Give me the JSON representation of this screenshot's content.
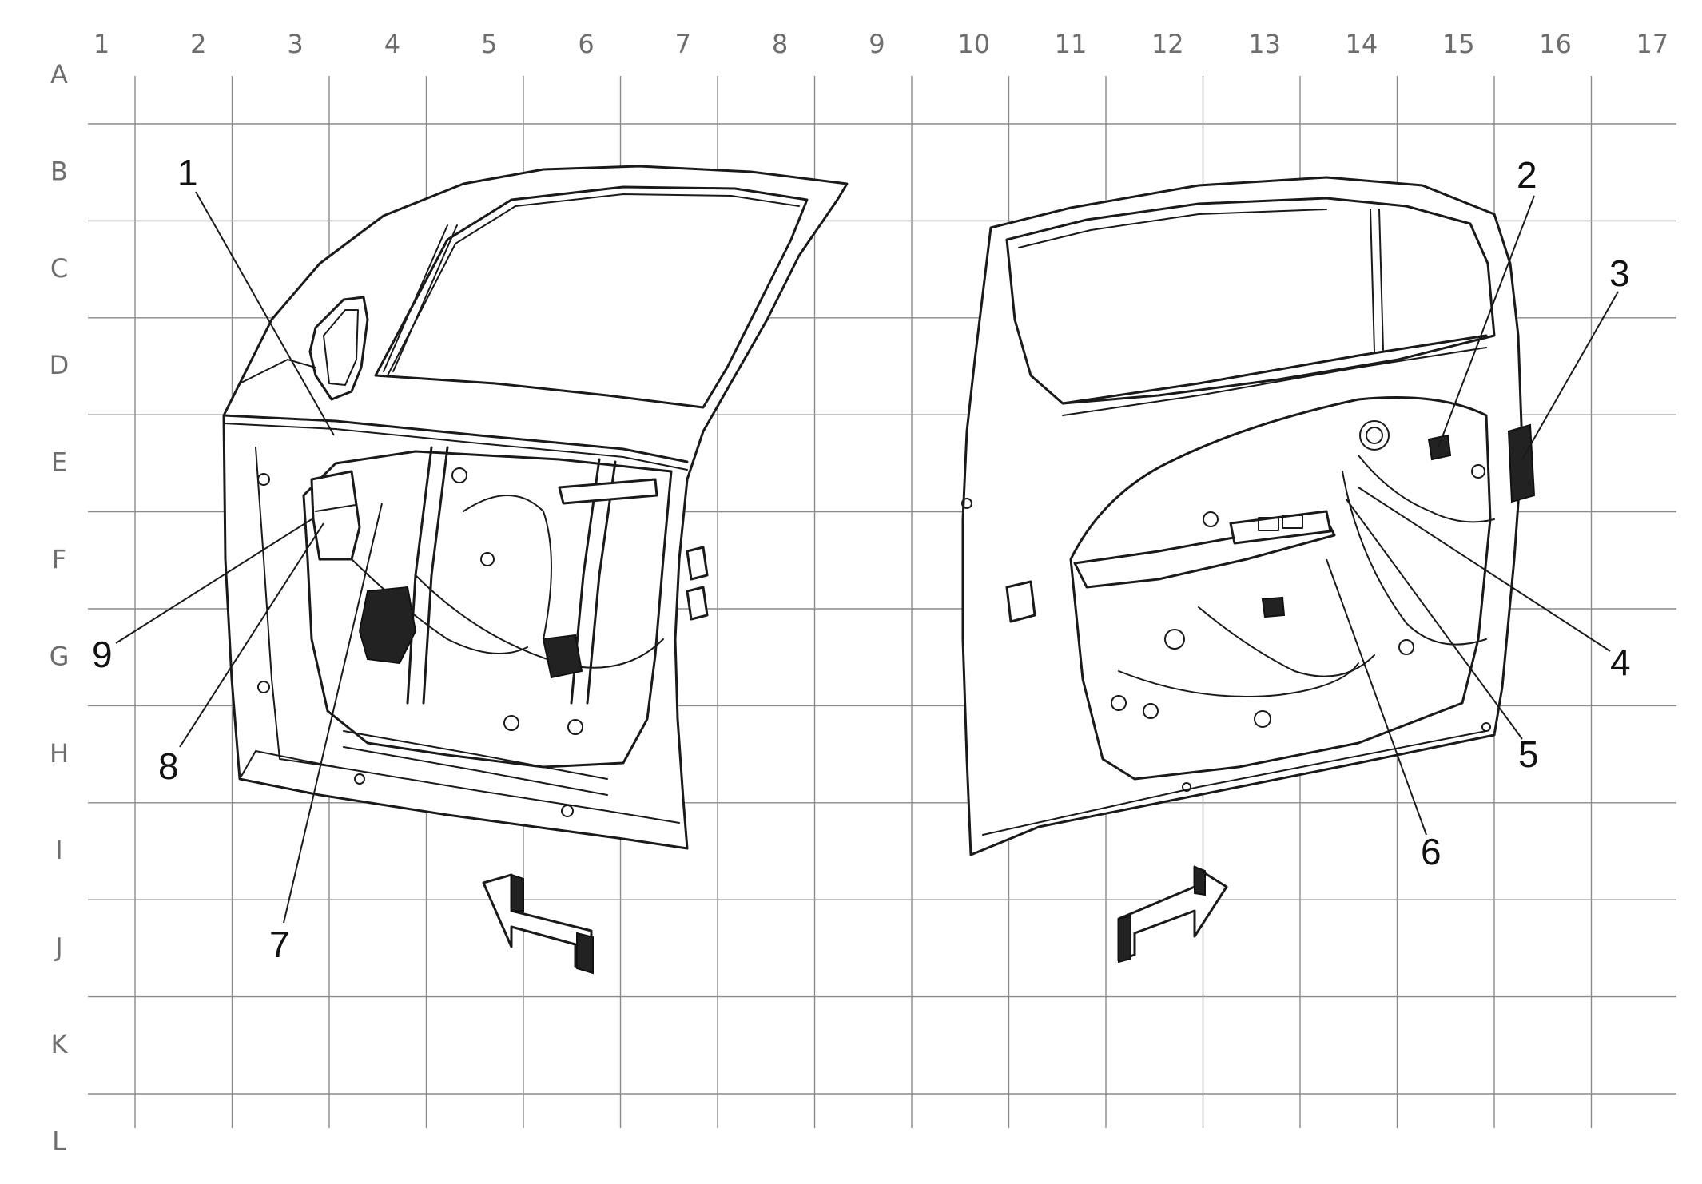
{
  "grid": {
    "columns": [
      "1",
      "2",
      "3",
      "4",
      "5",
      "6",
      "7",
      "8",
      "9",
      "10",
      "11",
      "12",
      "13",
      "14",
      "15",
      "16",
      "17"
    ],
    "rows": [
      "A",
      "B",
      "C",
      "D",
      "E",
      "F",
      "G",
      "H",
      "I",
      "J",
      "K",
      "L"
    ]
  },
  "callouts": [
    "1",
    "2",
    "3",
    "4",
    "5",
    "6",
    "7",
    "8",
    "9"
  ],
  "icons": {
    "left_arrow": "view-direction-arrow-icon",
    "right_arrow": "view-direction-arrow-icon"
  },
  "colors": {
    "grid": "#8a8a8a",
    "ink": "#1a1a1a",
    "label": "#6e6e6e"
  }
}
